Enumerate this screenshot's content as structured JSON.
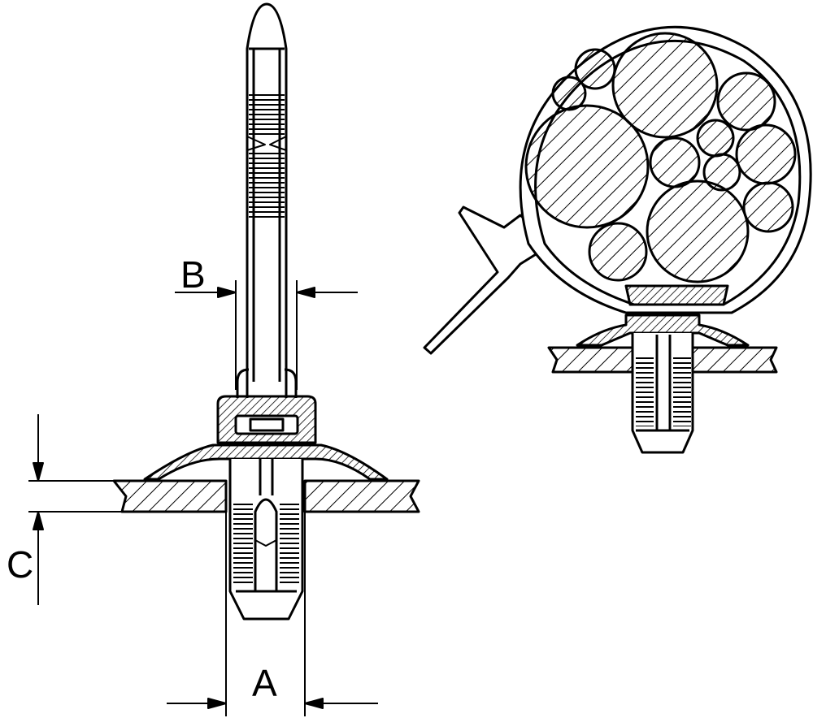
{
  "diagram": {
    "dimension_labels": {
      "a": "A",
      "b": "B",
      "c": "C"
    },
    "colors": {
      "line": "#000000",
      "background": "#ffffff"
    },
    "views": [
      "side-section-view",
      "mounted-bundle-view"
    ]
  }
}
